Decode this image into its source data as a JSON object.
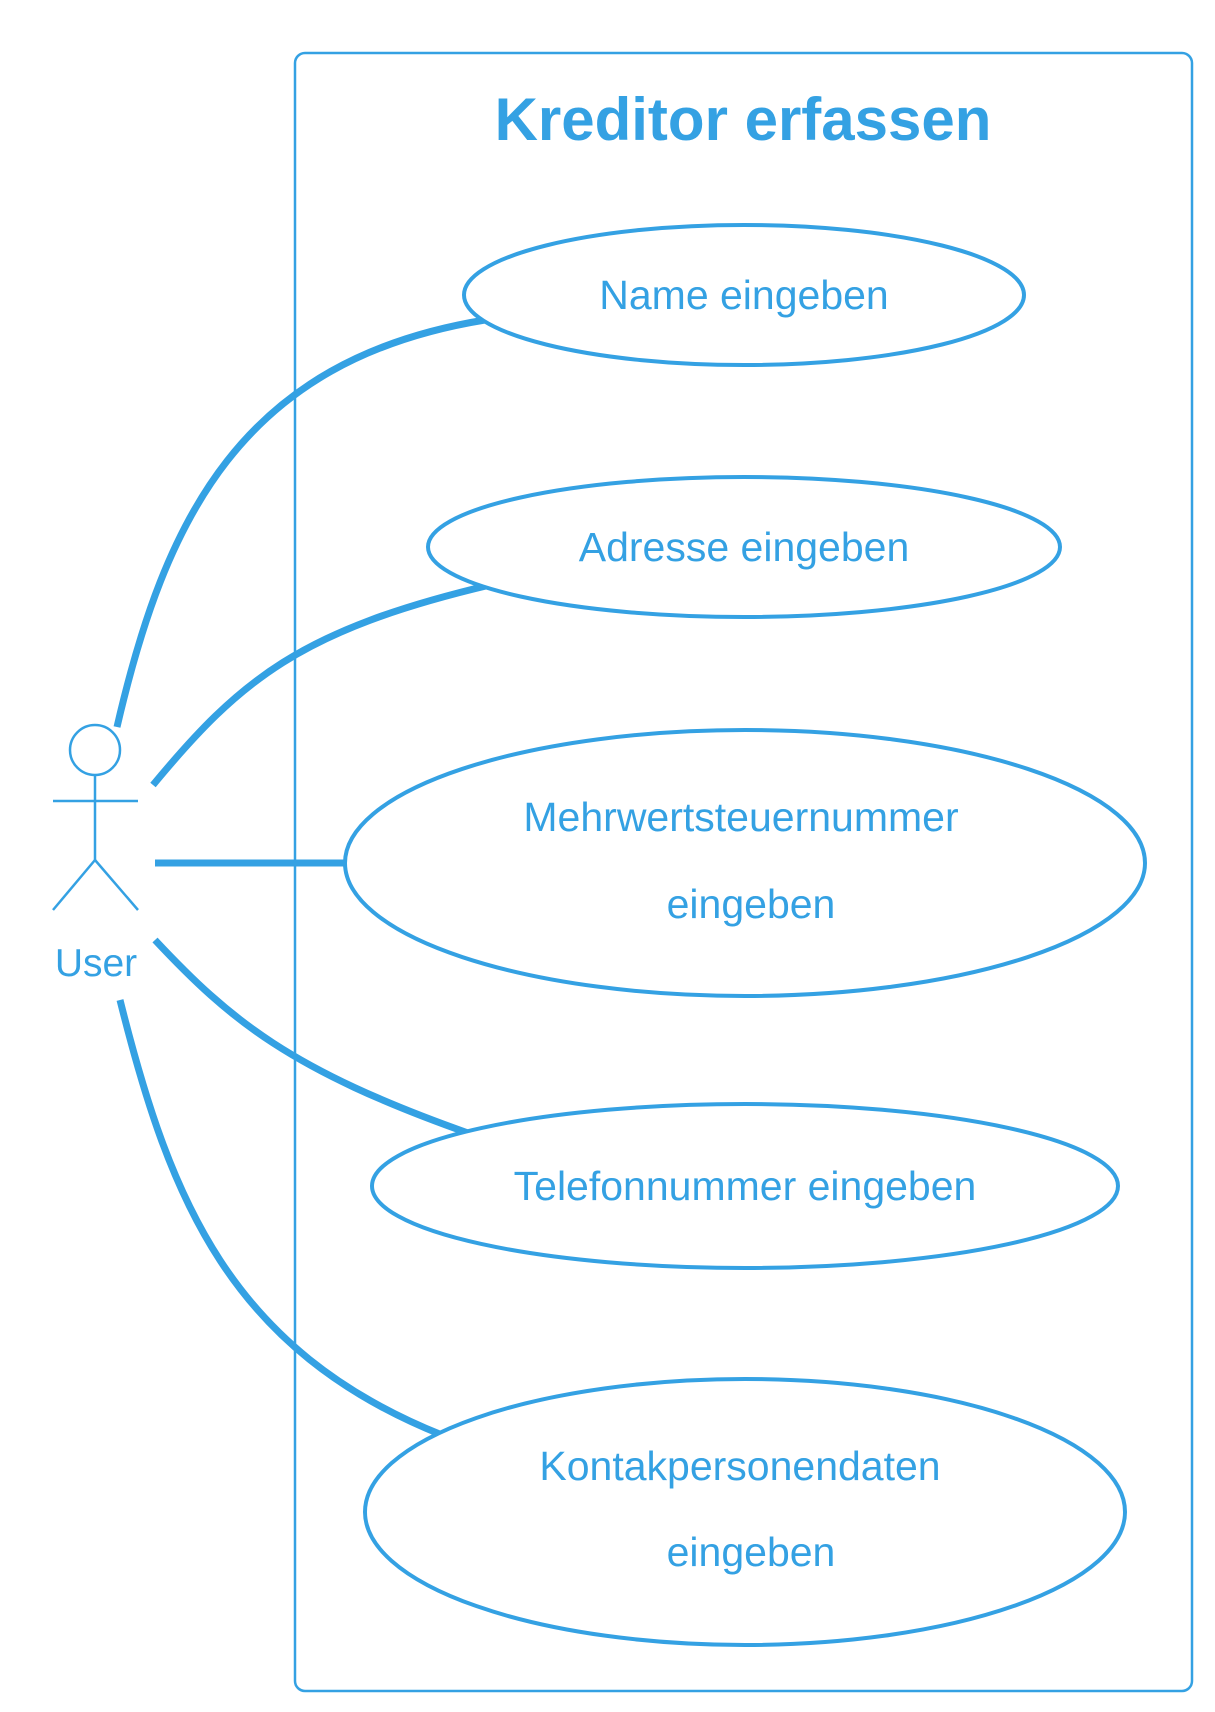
{
  "diagram": {
    "title": "Kreditor erfassen",
    "actor": {
      "name": "User"
    },
    "use_cases": [
      {
        "id": "name",
        "lines": [
          "Name eingeben"
        ]
      },
      {
        "id": "adresse",
        "lines": [
          "Adresse eingeben"
        ]
      },
      {
        "id": "mwst",
        "lines": [
          "Mehrwertsteuernummer",
          "eingeben"
        ]
      },
      {
        "id": "telefon",
        "lines": [
          "Telefonnummer eingeben"
        ]
      },
      {
        "id": "kontakt",
        "lines": [
          "Kontakpersonendaten",
          "eingeben"
        ]
      }
    ],
    "associations": [
      {
        "from": "User",
        "to": "name"
      },
      {
        "from": "User",
        "to": "adresse"
      },
      {
        "from": "User",
        "to": "mwst"
      },
      {
        "from": "User",
        "to": "telefon"
      },
      {
        "from": "User",
        "to": "kontakt"
      }
    ],
    "colors": {
      "stroke": "#34a1e3",
      "text": "#34a1e3",
      "background": "#ffffff"
    }
  }
}
